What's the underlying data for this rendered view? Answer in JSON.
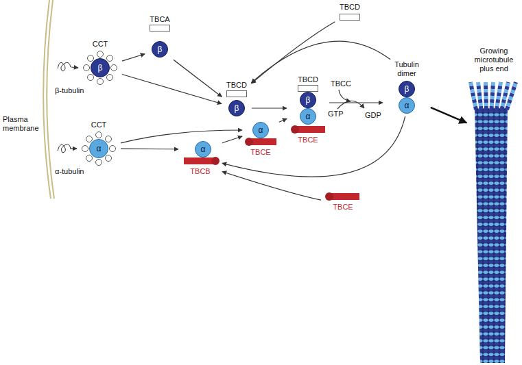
{
  "diagram": {
    "nodes": [
      {
        "text": [
          "CCT",
          "β"
        ]
      },
      {
        "text": [
          "TBCA",
          "β"
        ]
      },
      {
        "text": [
          "TBCD",
          "β"
        ]
      },
      {
        "text": [
          "CCT",
          "α"
        ]
      },
      {
        "text": [
          "α",
          "TBCB"
        ]
      },
      {
        "text": [
          "α",
          "TBCE"
        ]
      },
      {
        "text": [
          "TBCD",
          "β",
          "α",
          "TBCE"
        ]
      },
      {
        "text": [
          "Tubulin dimer",
          "β",
          "α"
        ]
      },
      {
        "text": [
          "TBCD"
        ]
      },
      {
        "text": [
          "TBCE"
        ]
      },
      {
        "text": [
          "Growing microtubule plus end"
        ]
      }
    ],
    "edges": [
      {
        "from": 0,
        "to": 1,
        "arrow": "to"
      },
      {
        "from": 0,
        "to": 2,
        "arrow": "to"
      },
      {
        "from": 1,
        "to": 2,
        "arrow": "to"
      },
      {
        "from": 2,
        "to": 6,
        "arrow": "to"
      },
      {
        "from": 3,
        "to": 5,
        "arrow": "to"
      },
      {
        "from": 3,
        "to": 4,
        "arrow": "to"
      },
      {
        "from": 4,
        "to": 5,
        "arrow": "to"
      },
      {
        "from": 5,
        "to": 6,
        "arrow": "to"
      },
      {
        "from": 6,
        "to": 7,
        "arrow": "to"
      },
      {
        "from": 7,
        "to": 10,
        "arrow": "to"
      },
      {
        "from": 7,
        "to": 2,
        "arrow": "to"
      },
      {
        "from": 8,
        "to": 2,
        "arrow": "to"
      },
      {
        "from": 7,
        "to": 4,
        "arrow": "to"
      },
      {
        "from": 9,
        "to": 4,
        "arrow": "to"
      }
    ],
    "labels": [
      "Plasma membrane",
      "β-tubulin",
      "α-tubulin",
      "TBCC",
      "GTP",
      "GDP"
    ]
  }
}
